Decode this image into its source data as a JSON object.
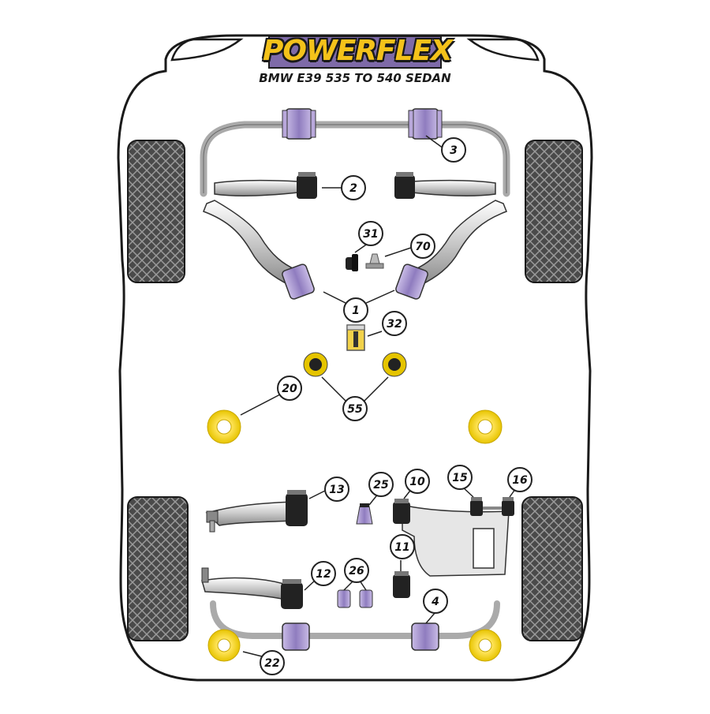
{
  "brand": {
    "name": "POWERFLEX",
    "colors": {
      "yellow": "#f4c21a",
      "purple": "#9b8ac4",
      "black": "#1a1a1a",
      "tyre": "#4a4a4a"
    }
  },
  "title": "BMW E39 535 TO 540 SEDAN",
  "parts": [
    {
      "id": "p1",
      "label": "1"
    },
    {
      "id": "p2",
      "label": "2"
    },
    {
      "id": "p3",
      "label": "3"
    },
    {
      "id": "p4",
      "label": "4"
    },
    {
      "id": "p10",
      "label": "10"
    },
    {
      "id": "p11",
      "label": "11"
    },
    {
      "id": "p12",
      "label": "12"
    },
    {
      "id": "p13",
      "label": "13"
    },
    {
      "id": "p15",
      "label": "15"
    },
    {
      "id": "p16",
      "label": "16"
    },
    {
      "id": "p20",
      "label": "20"
    },
    {
      "id": "p22",
      "label": "22"
    },
    {
      "id": "p25",
      "label": "25"
    },
    {
      "id": "p26",
      "label": "26"
    },
    {
      "id": "p31",
      "label": "31"
    },
    {
      "id": "p32",
      "label": "32"
    },
    {
      "id": "p55",
      "label": "55"
    },
    {
      "id": "p70",
      "label": "70"
    }
  ]
}
